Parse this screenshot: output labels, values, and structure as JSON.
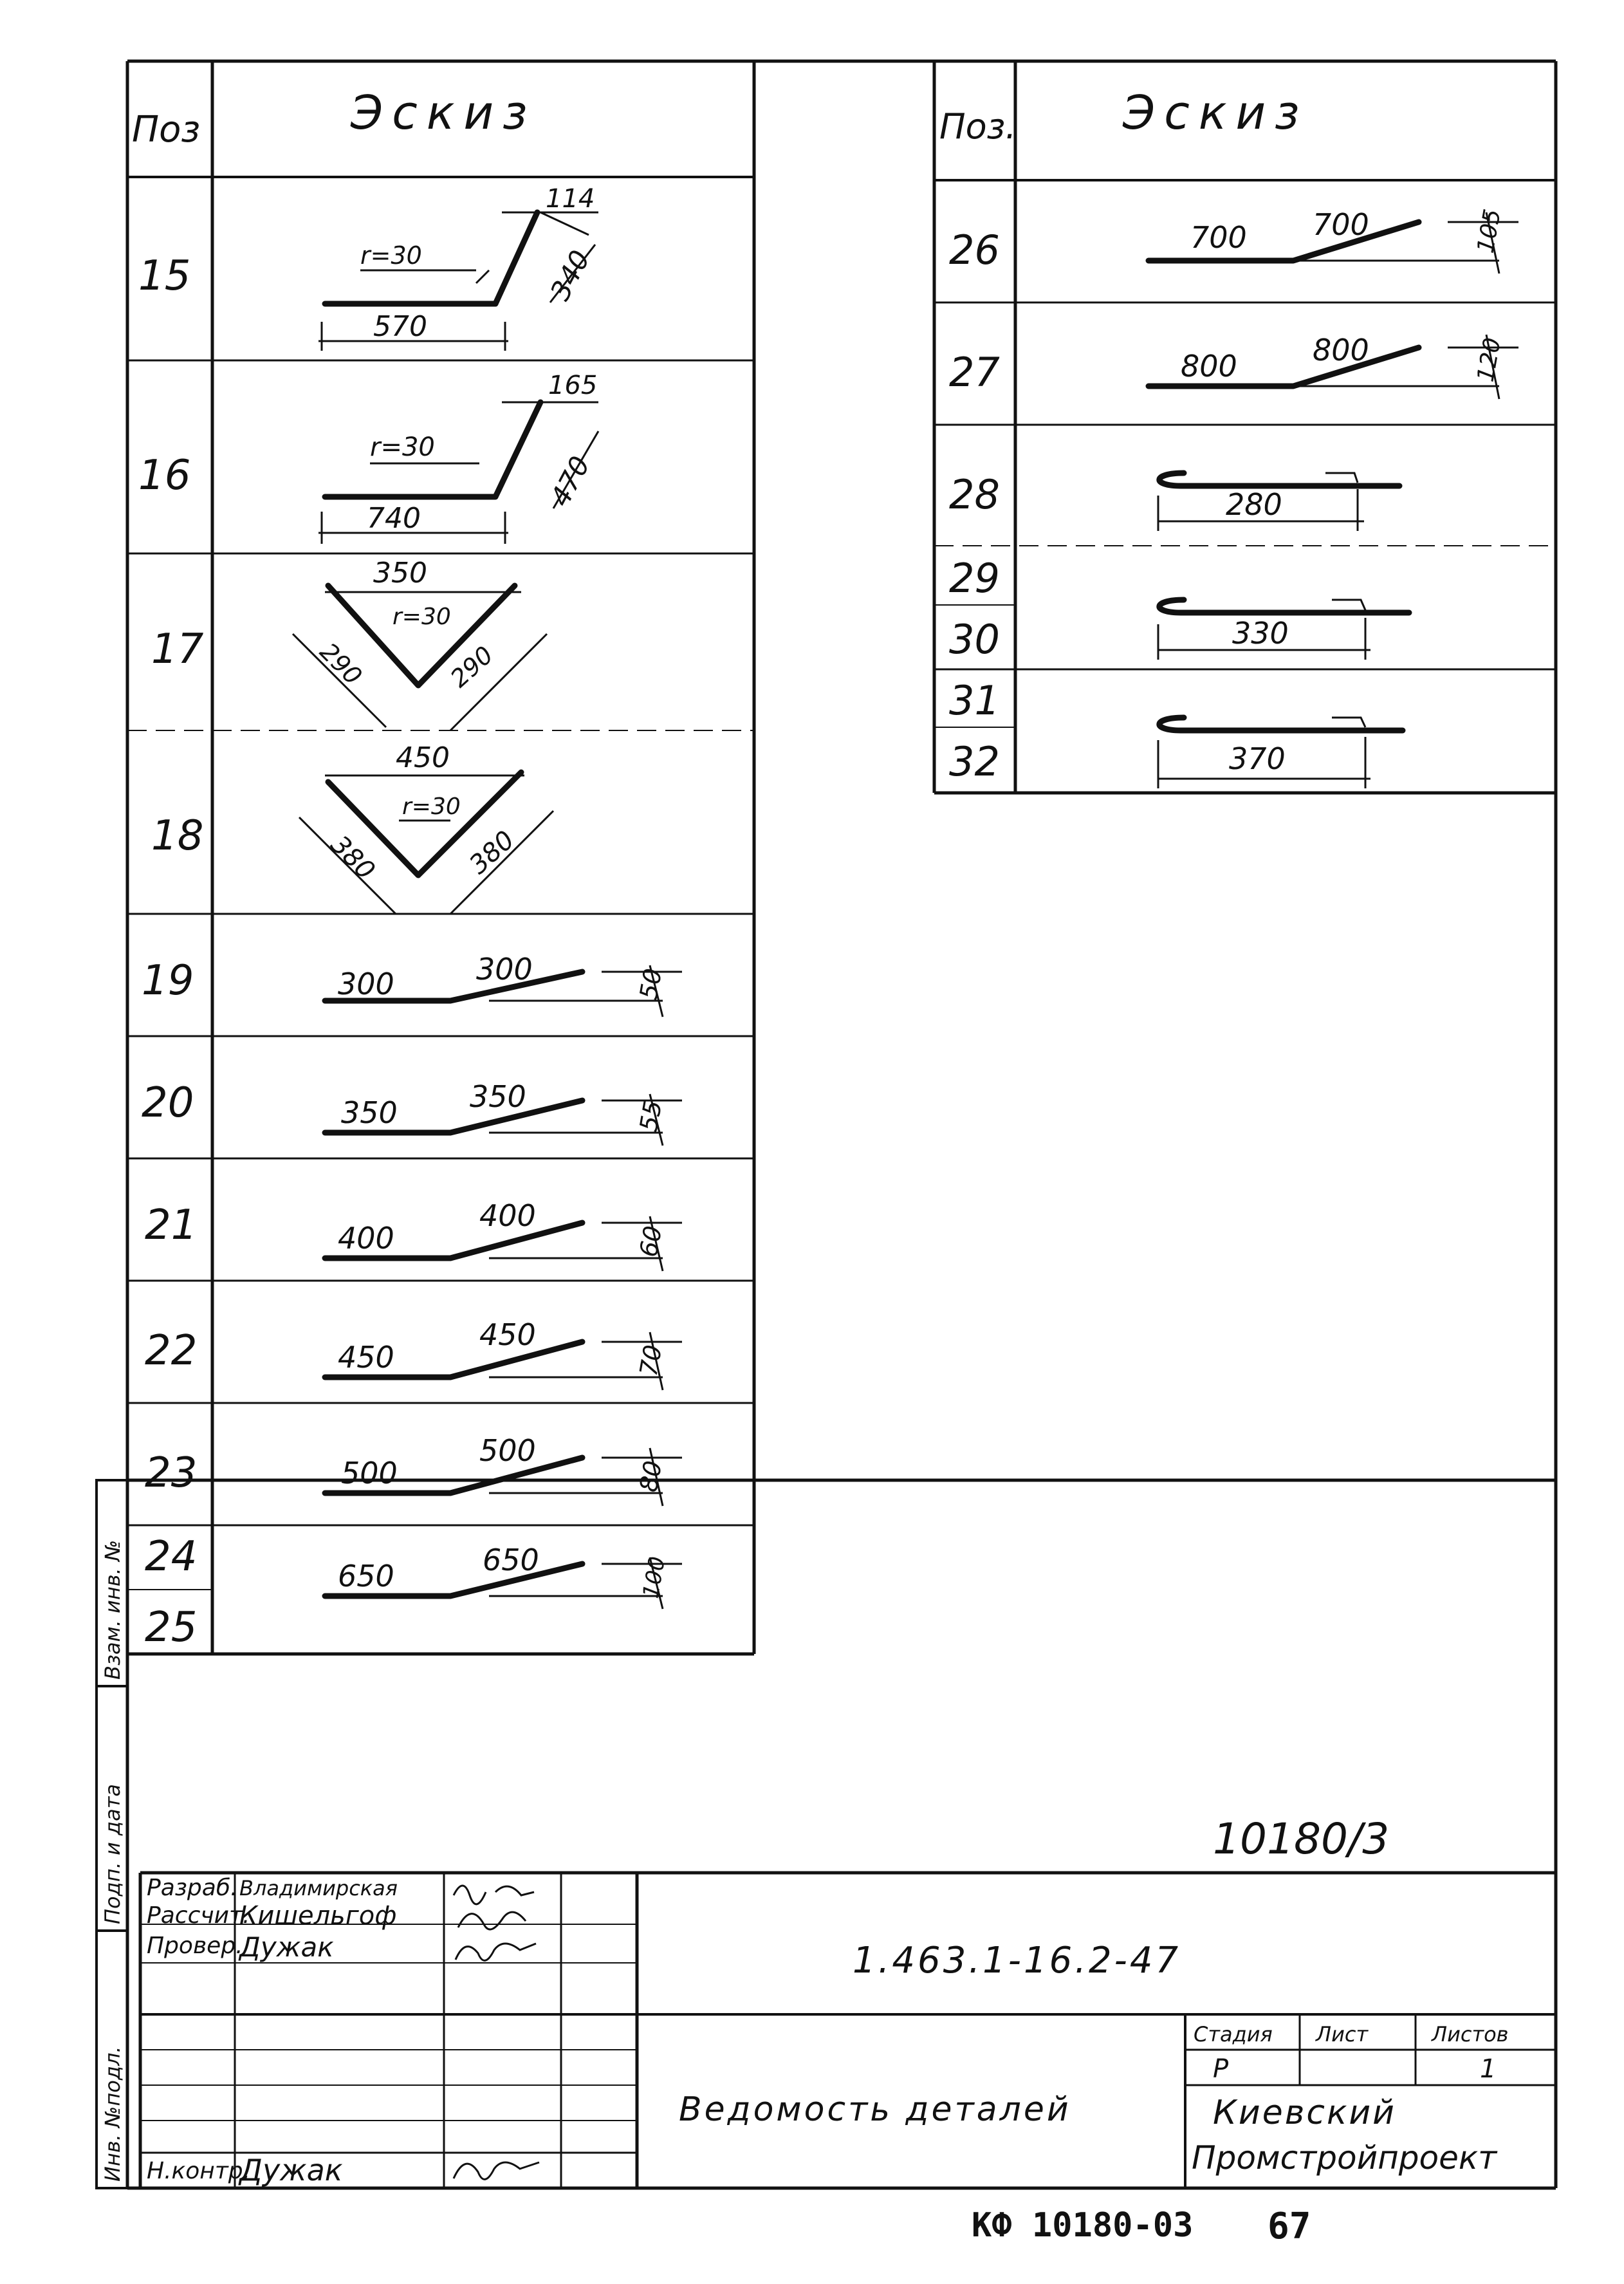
{
  "left_table": {
    "header": {
      "pos": "Поз",
      "sketch": "Эскиз"
    },
    "rows": [
      {
        "pos": "15",
        "r": "r=30",
        "len": "570",
        "seg": "340",
        "proj": "114"
      },
      {
        "pos": "16",
        "r": "r=30",
        "len": "740",
        "seg": "470",
        "proj": "165"
      },
      {
        "pos": "17",
        "r": "r=30",
        "top": "350",
        "left": "290",
        "right": "290"
      },
      {
        "pos": "18",
        "r": "r=30",
        "top": "450",
        "left": "380",
        "right": "380"
      },
      {
        "pos": "19",
        "a": "300",
        "b": "300",
        "h": "50"
      },
      {
        "pos": "20",
        "a": "350",
        "b": "350",
        "h": "55"
      },
      {
        "pos": "21",
        "a": "400",
        "b": "400",
        "h": "60"
      },
      {
        "pos": "22",
        "a": "450",
        "b": "450",
        "h": "70"
      },
      {
        "pos": "23",
        "a": "500",
        "b": "500",
        "h": "80"
      },
      {
        "pos": "24",
        "pos2": "25",
        "a": "650",
        "b": "650",
        "h": "100"
      }
    ]
  },
  "right_table": {
    "header": {
      "pos": "Поз.",
      "sketch": "Эскиз"
    },
    "rows": [
      {
        "pos": "26",
        "a": "700",
        "b": "700",
        "h": "105"
      },
      {
        "pos": "27",
        "a": "800",
        "b": "800",
        "h": "120"
      },
      {
        "pos": "28",
        "len": "280"
      },
      {
        "pos": "29",
        "pos2": "30",
        "len": "330"
      },
      {
        "pos": "31",
        "pos2": "32",
        "len": "370"
      }
    ]
  },
  "side_stamp": {
    "cells": [
      "Инв. №подл.",
      "Подп. и дата",
      "Взам. инв. №"
    ]
  },
  "title_block": {
    "sheet_mark": "10180/3",
    "document_code": "1.463.1-16.2-47",
    "document_title": "Ведомость деталей",
    "roles": [
      "Разраб.",
      "Рассчит.",
      "Провер.",
      "Н.контр."
    ],
    "names": [
      "Владимирская",
      "Кишельгоф",
      "Дужак",
      "Дужак"
    ],
    "stage_header": "Стадия",
    "sheet_header": "Лист",
    "sheets_header": "Листов",
    "stage": "Р",
    "sheet": "",
    "sheets": "1",
    "organization_line1": "Киевский",
    "organization_line2": "Промстройпроект"
  },
  "footer": {
    "archive_code": "КФ 10180-03",
    "page": "67"
  }
}
